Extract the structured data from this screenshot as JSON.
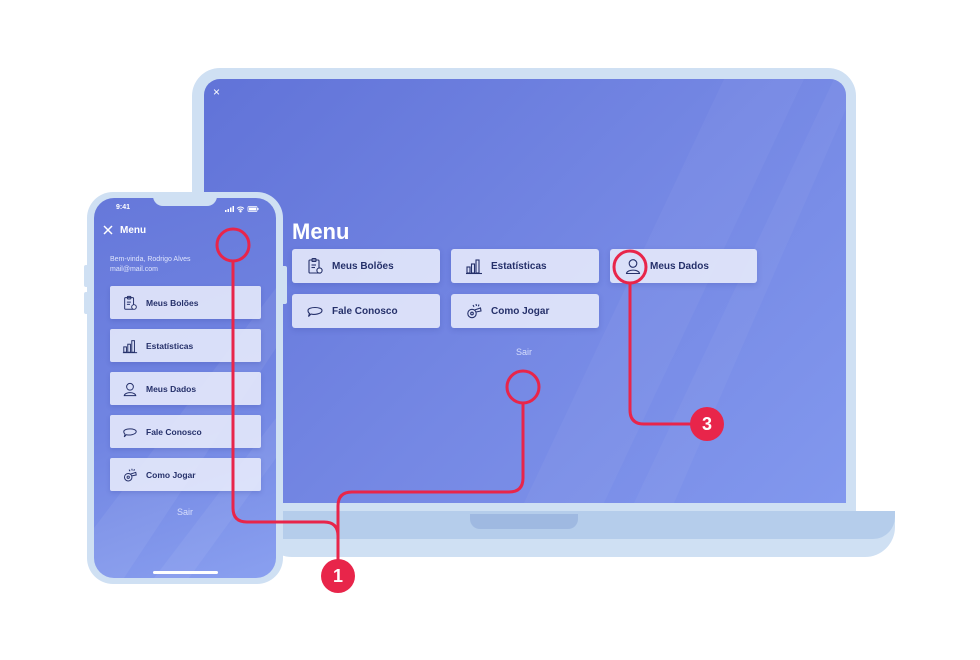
{
  "desktop": {
    "close_icon": "×",
    "menu_title": "Menu",
    "buttons": [
      {
        "label": "Meus Bolões",
        "icon": "clipboard-icon"
      },
      {
        "label": "Estatísticas",
        "icon": "bar-chart-icon"
      },
      {
        "label": "Meus Dados",
        "icon": "user-icon"
      },
      {
        "label": "Fale Conosco",
        "icon": "chat-bubble-icon"
      },
      {
        "label": "Como Jogar",
        "icon": "whistle-icon"
      }
    ],
    "logout_label": "Sair"
  },
  "phone": {
    "time": "9:41",
    "menu_title": "Menu",
    "welcome_line1": "Bem-vinda, Rodrigo Alves",
    "welcome_line2": "mail@mail.com",
    "buttons": [
      {
        "label": "Meus Bolões",
        "icon": "clipboard-icon"
      },
      {
        "label": "Estatísticas",
        "icon": "bar-chart-icon"
      },
      {
        "label": "Meus Dados",
        "icon": "user-icon"
      },
      {
        "label": "Fale Conosco",
        "icon": "chat-bubble-icon"
      },
      {
        "label": "Como Jogar",
        "icon": "whistle-icon"
      }
    ],
    "logout_label": "Sair"
  },
  "callouts": {
    "badge_1": "1",
    "badge_3": "3",
    "color": "#e8254a"
  },
  "colors": {
    "screen_gradient_start": "#6173d8",
    "screen_gradient_end": "#8298ee",
    "device_frame": "#cfe0f3",
    "button_text": "#25306a"
  }
}
